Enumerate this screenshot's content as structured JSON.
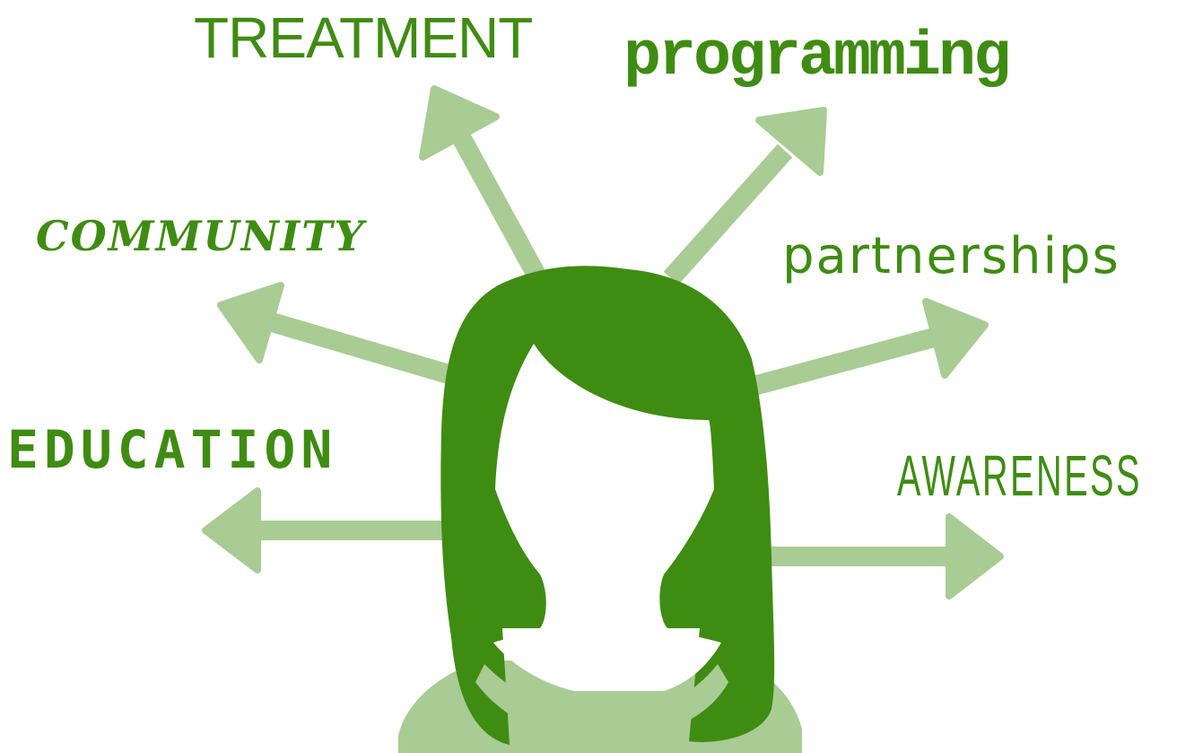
{
  "colors": {
    "primary": "#3f8c12",
    "light": "#a9cb94",
    "background": "#ffffff"
  },
  "labels": {
    "treatment": "TREATMENT",
    "programming": "programming",
    "community": "COMMUNITY",
    "partnerships": "partnerships",
    "education": "EDUCATION",
    "awareness": "AWARENESS"
  },
  "icons": {
    "figure": "woman-silhouette-icon",
    "arrow": "arrow-icon"
  }
}
